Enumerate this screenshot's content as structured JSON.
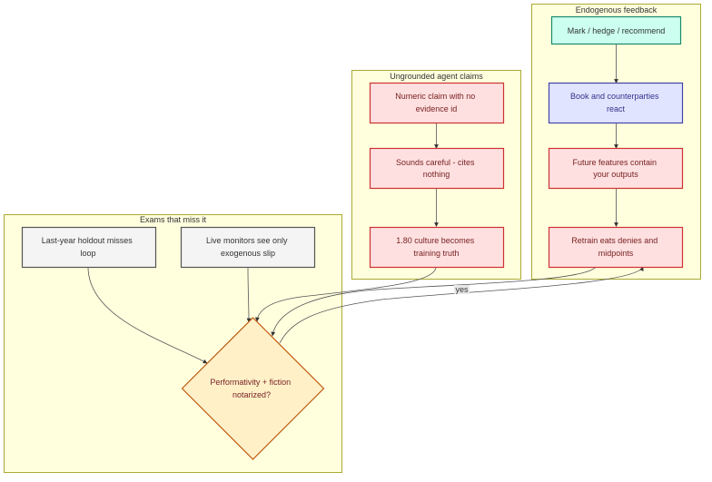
{
  "clusters": {
    "endogenous": {
      "title": "Endogenous feedback"
    },
    "ungrounded": {
      "title": "Ungrounded agent claims"
    },
    "exams": {
      "title": "Exams that miss it"
    }
  },
  "nodes": {
    "mark": {
      "lines": [
        "Mark / hedge / recommend"
      ],
      "fill": "#ccfff0",
      "stroke": "#1a8a6a",
      "text_color": "#333333"
    },
    "book": {
      "lines": [
        "Book and counterparties",
        "react"
      ],
      "fill": "#e0e4ff",
      "stroke": "#4444aa",
      "text_color": "#333388"
    },
    "future": {
      "lines": [
        "Future features contain",
        "your outputs"
      ],
      "fill": "#ffe0e0",
      "stroke": "#cc3333",
      "text_color": "#772222"
    },
    "retrain": {
      "lines": [
        "Retrain eats denies and",
        "midpoints"
      ],
      "fill": "#ffe0e0",
      "stroke": "#cc3333",
      "text_color": "#772222"
    },
    "numeric": {
      "lines": [
        "Numeric claim with no",
        "evidence id"
      ],
      "fill": "#ffe0e0",
      "stroke": "#cc3333",
      "text_color": "#772222"
    },
    "careful": {
      "lines": [
        "Sounds careful - cites",
        "nothing"
      ],
      "fill": "#ffe0e0",
      "stroke": "#cc3333",
      "text_color": "#772222"
    },
    "culture": {
      "lines": [
        "1.80 culture becomes",
        "training truth"
      ],
      "fill": "#ffe0e0",
      "stroke": "#cc3333",
      "text_color": "#772222"
    },
    "holdout": {
      "lines": [
        "Last-year holdout misses",
        "loop"
      ],
      "fill": "#f4f4f4",
      "stroke": "#555555",
      "text_color": "#333333"
    },
    "monitors": {
      "lines": [
        "Live monitors see only",
        "exogenous slip"
      ],
      "fill": "#f4f4f4",
      "stroke": "#555555",
      "text_color": "#333333"
    },
    "decision": {
      "lines": [
        "Performativity + fiction",
        "notarized?"
      ],
      "fill": "#fff0c8",
      "stroke": "#c05a10",
      "text_color": "#772222"
    }
  },
  "edge_labels": {
    "yes": "yes"
  }
}
